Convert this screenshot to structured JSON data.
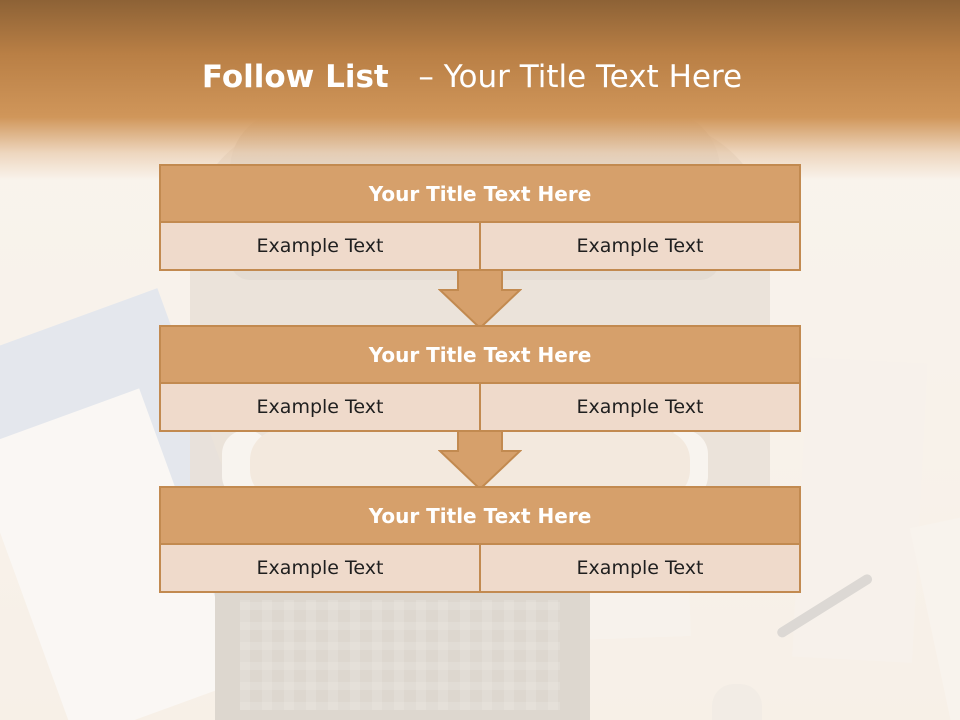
{
  "slide": {
    "title_bold": "Follow List",
    "title_rest": "– Your Title Text Here"
  },
  "steps": [
    {
      "title": "Your Title Text Here",
      "left": "Example Text",
      "right": "Example Text"
    },
    {
      "title": "Your Title Text Here",
      "left": "Example Text",
      "right": "Example Text"
    },
    {
      "title": "Your Title Text Here",
      "left": "Example Text",
      "right": "Example Text"
    }
  ],
  "colors": {
    "header_band": "#c48b4f",
    "box_header": "#d6a06b",
    "box_cell": "#efdacb",
    "box_border": "#c28a50",
    "arrow_fill": "#d6a06b"
  }
}
